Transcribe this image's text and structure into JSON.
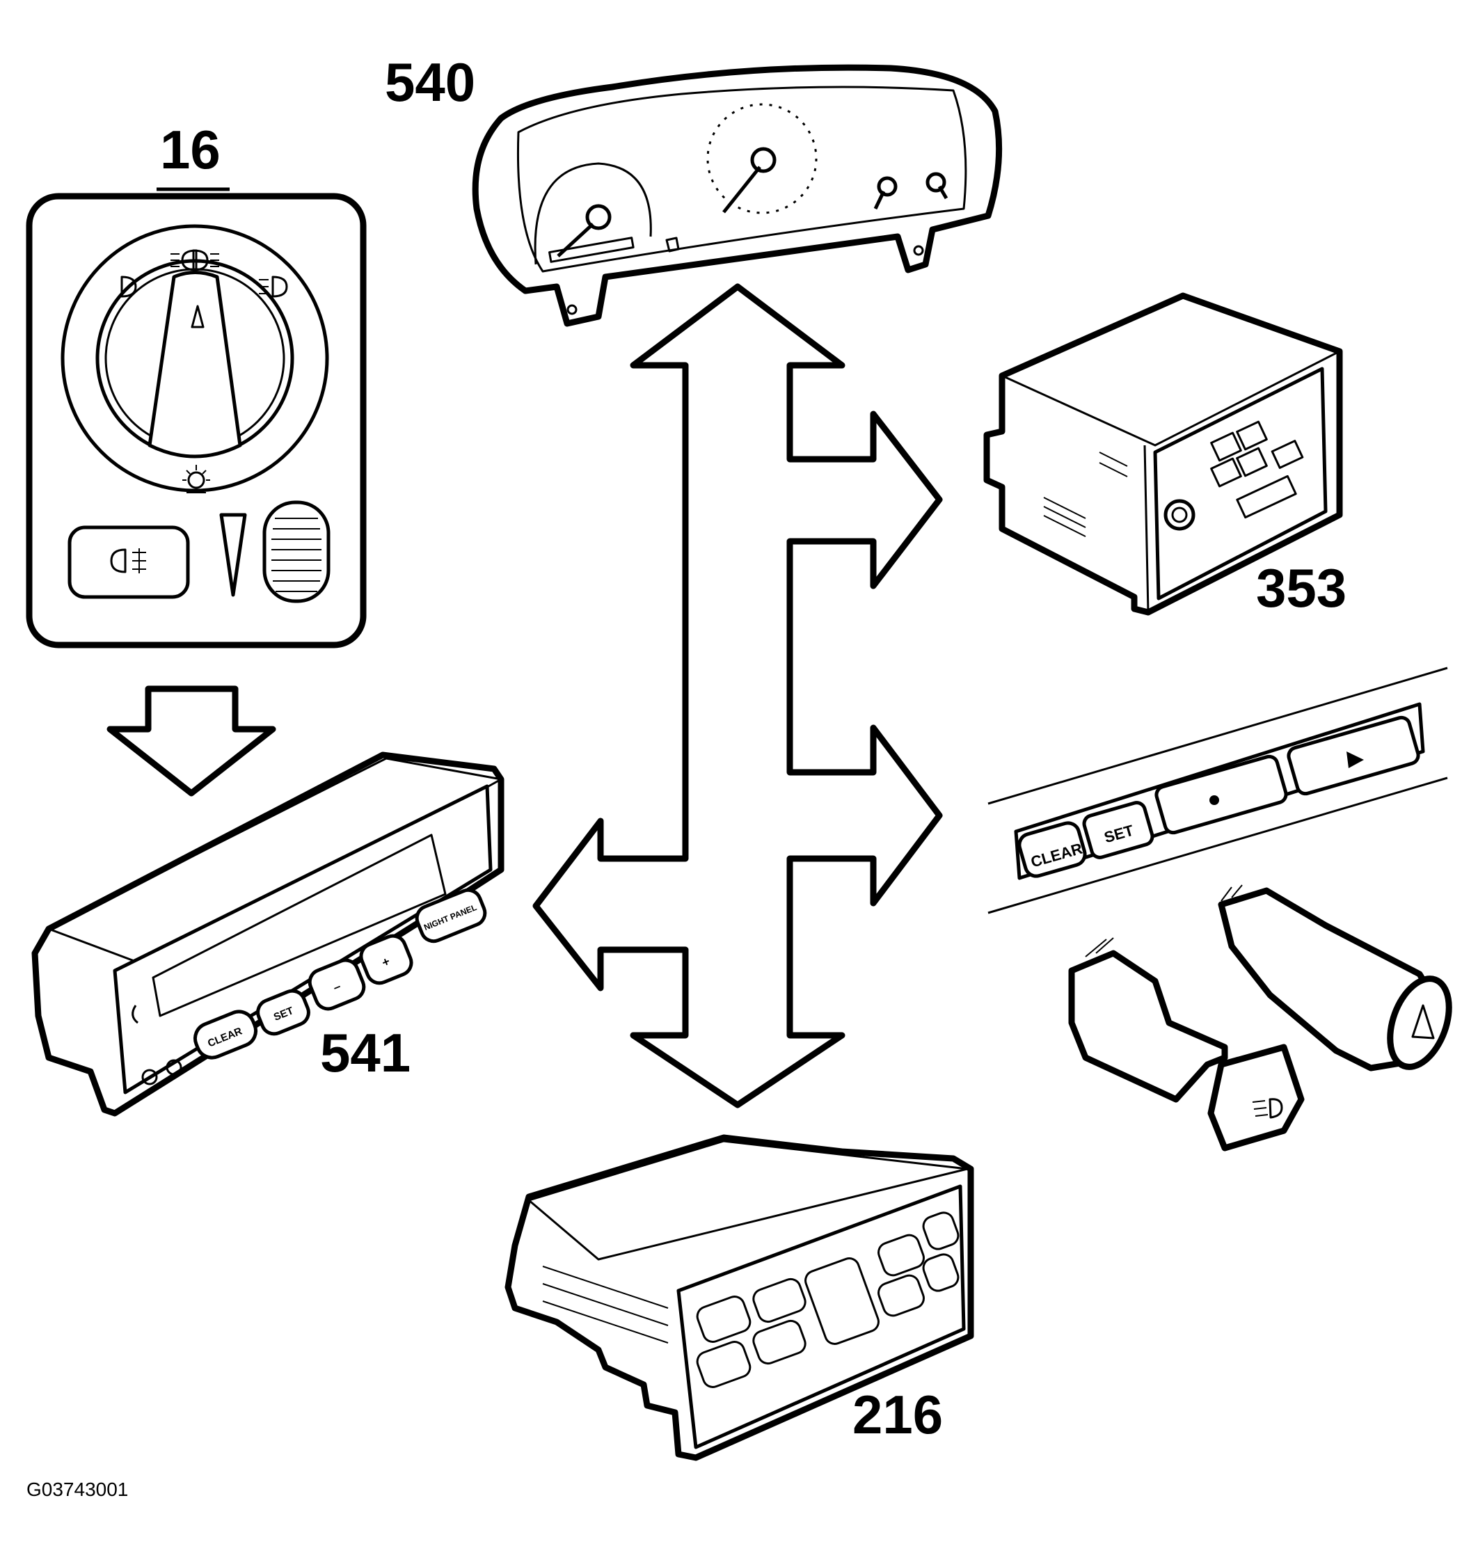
{
  "figure_id": "G03743001",
  "components": {
    "light_switch": {
      "number": "16"
    },
    "instrument_cluster": {
      "number": "540"
    },
    "audio_unit": {
      "number": "353"
    },
    "info_display": {
      "number": "541",
      "buttons": [
        "CLEAR",
        "SET",
        "–",
        "+",
        "NIGHT PANEL"
      ]
    },
    "climate_panel": {
      "number": "216"
    },
    "cruise_switch_strip": {
      "buttons": [
        "CLEAR",
        "SET"
      ]
    }
  },
  "colors": {
    "line": "#000000",
    "background": "#ffffff"
  }
}
